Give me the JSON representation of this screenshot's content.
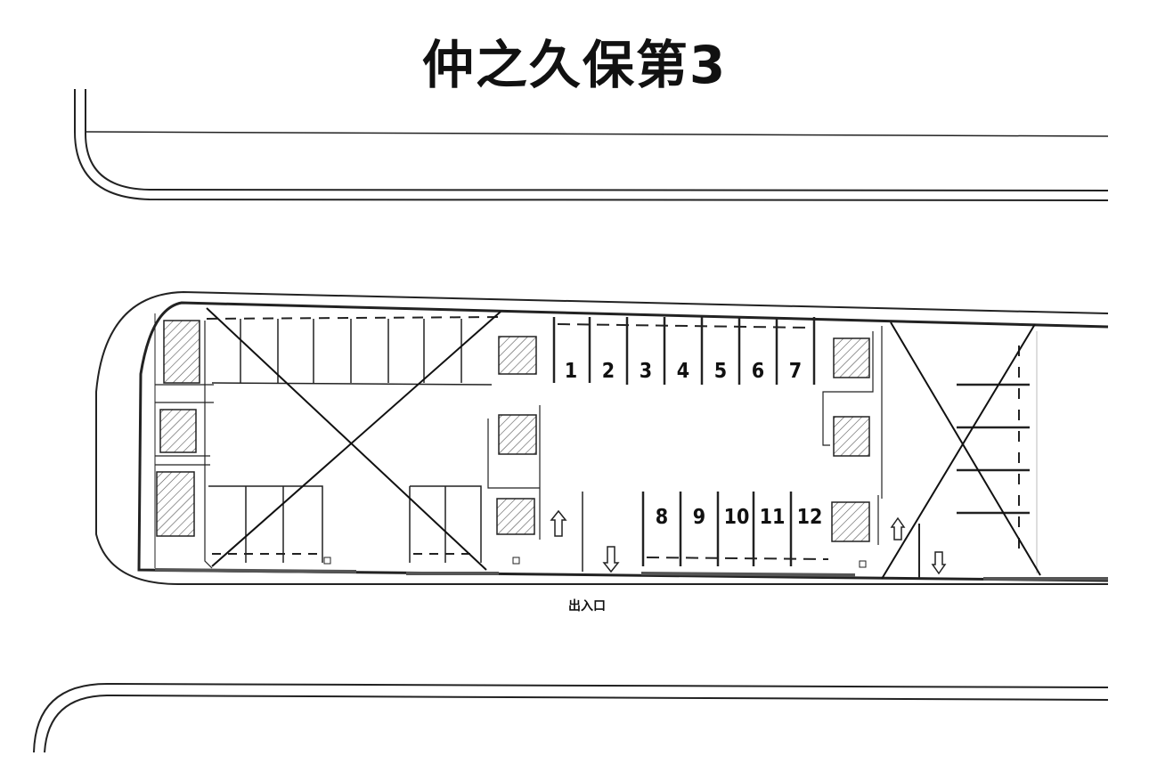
{
  "title": "仲之久保第3",
  "entrance_label": "出入口",
  "spaces": [
    {
      "number": "1",
      "row": "upper"
    },
    {
      "number": "2",
      "row": "upper"
    },
    {
      "number": "3",
      "row": "upper"
    },
    {
      "number": "4",
      "row": "upper"
    },
    {
      "number": "5",
      "row": "upper"
    },
    {
      "number": "6",
      "row": "upper"
    },
    {
      "number": "7",
      "row": "upper"
    },
    {
      "number": "8",
      "row": "lower"
    },
    {
      "number": "9",
      "row": "lower"
    },
    {
      "number": "10",
      "row": "lower"
    },
    {
      "number": "11",
      "row": "lower"
    },
    {
      "number": "12",
      "row": "lower"
    }
  ],
  "crossed_out_areas": [
    "left-section",
    "right-section"
  ],
  "colors": {
    "line": "#222222",
    "hatch": "#555555",
    "background": "#ffffff"
  }
}
